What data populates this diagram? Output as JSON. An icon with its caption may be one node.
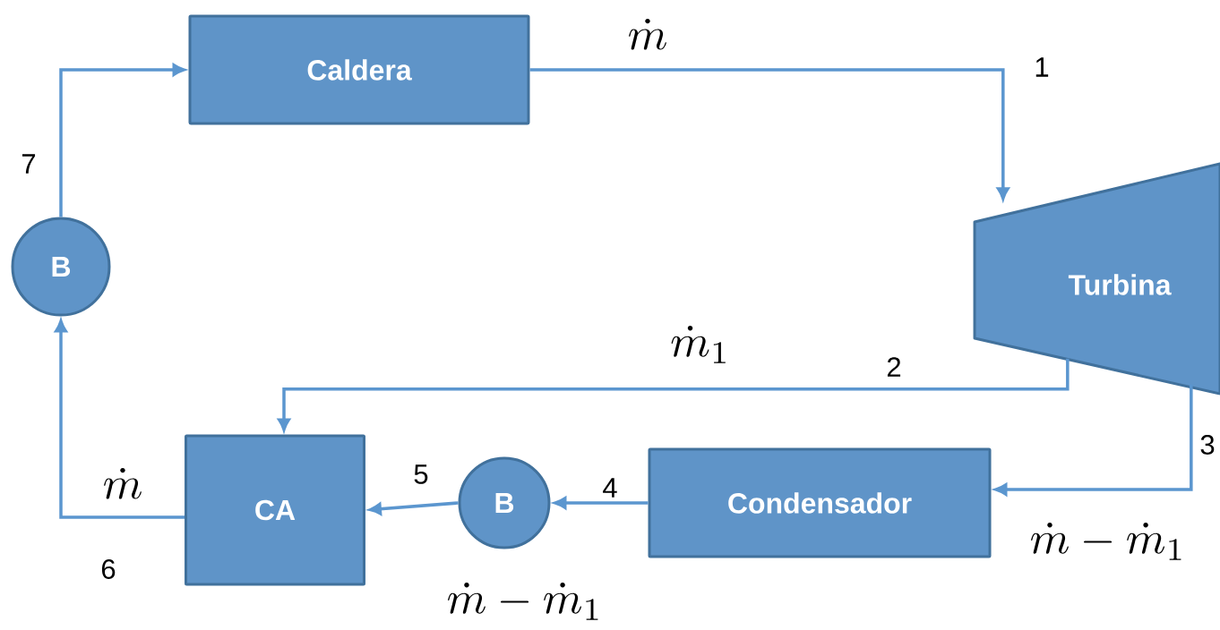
{
  "diagram": {
    "nodes": [
      {
        "text": [
          "Caldera"
        ]
      },
      {
        "text": [
          "Turbina"
        ]
      },
      {
        "text": [
          "Condensador"
        ]
      },
      {
        "text": [
          "B"
        ]
      },
      {
        "text": [
          "CA"
        ]
      },
      {
        "text": [
          "B"
        ]
      }
    ],
    "edges": [
      {
        "from": 0,
        "to": 1,
        "arrow": "to"
      },
      {
        "from": 1,
        "to": 4,
        "arrow": "to"
      },
      {
        "from": 1,
        "to": 2,
        "arrow": "to"
      },
      {
        "from": 2,
        "to": 3,
        "arrow": "to"
      },
      {
        "from": 3,
        "to": 4,
        "arrow": "to"
      },
      {
        "from": 4,
        "to": 5,
        "arrow": "to"
      },
      {
        "from": 5,
        "to": 0,
        "arrow": "to"
      }
    ],
    "labels": [
      "\\dot{m}",
      "1",
      "7",
      "\\dot{m}_1",
      "2",
      "3",
      "5",
      "\\dot{m}",
      "4",
      "\\dot{m}-\\dot{m}_1",
      "6",
      "\\dot{m}-\\dot{m}_1"
    ]
  }
}
